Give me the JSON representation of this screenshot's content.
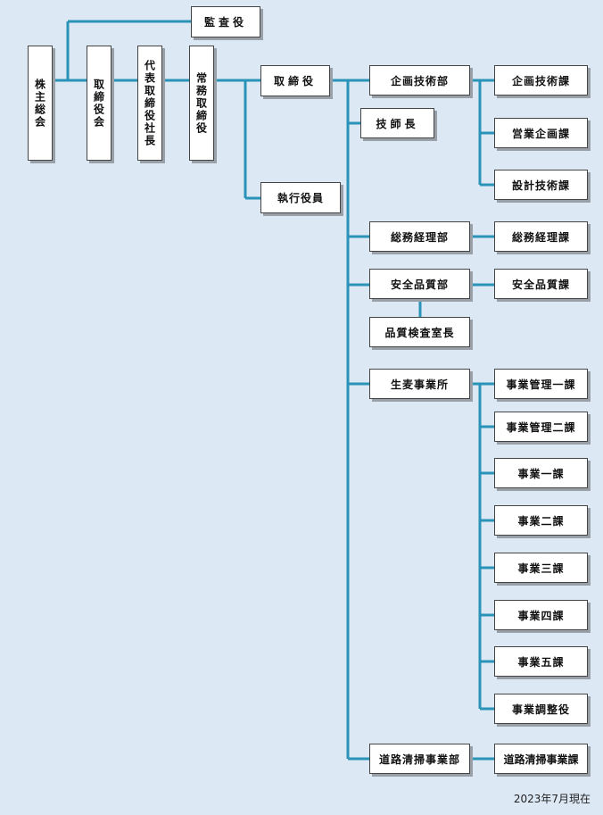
{
  "nodes": {
    "kabunushi": "株主総会",
    "torishimariyakukai": "取締役会",
    "president": "代表取締役社長",
    "managing": "常務取締役",
    "kansayaku": "監査役",
    "torishimariyaku": "取締役",
    "shikko": "執行役員",
    "kikaku_bu": "企画技術部",
    "gishicho": "技師長",
    "somu_bu": "総務経理部",
    "anzen_bu": "安全品質部",
    "hinshitsu": "品質検査室長",
    "jigyosho": "生麦事業所",
    "doro_bu": "道路清掃事業部",
    "kikaku_ka": "企画技術課",
    "eigyo_ka": "営業企画課",
    "sekkei_ka": "設計技術課",
    "somu_ka": "総務経理課",
    "anzen_ka": "安全品質課",
    "kanri1": "事業管理一課",
    "kanri2": "事業管理二課",
    "jigyo1": "事業一課",
    "jigyo2": "事業二課",
    "jigyo3": "事業三課",
    "jigyo4": "事業四課",
    "jigyo5": "事業五課",
    "chosei": "事業調整役",
    "doro_ka": "道路清掃事業課"
  },
  "footer": "2023年7月現在",
  "colors": {
    "line": "#2a93b8",
    "background": "#dde8f5"
  }
}
